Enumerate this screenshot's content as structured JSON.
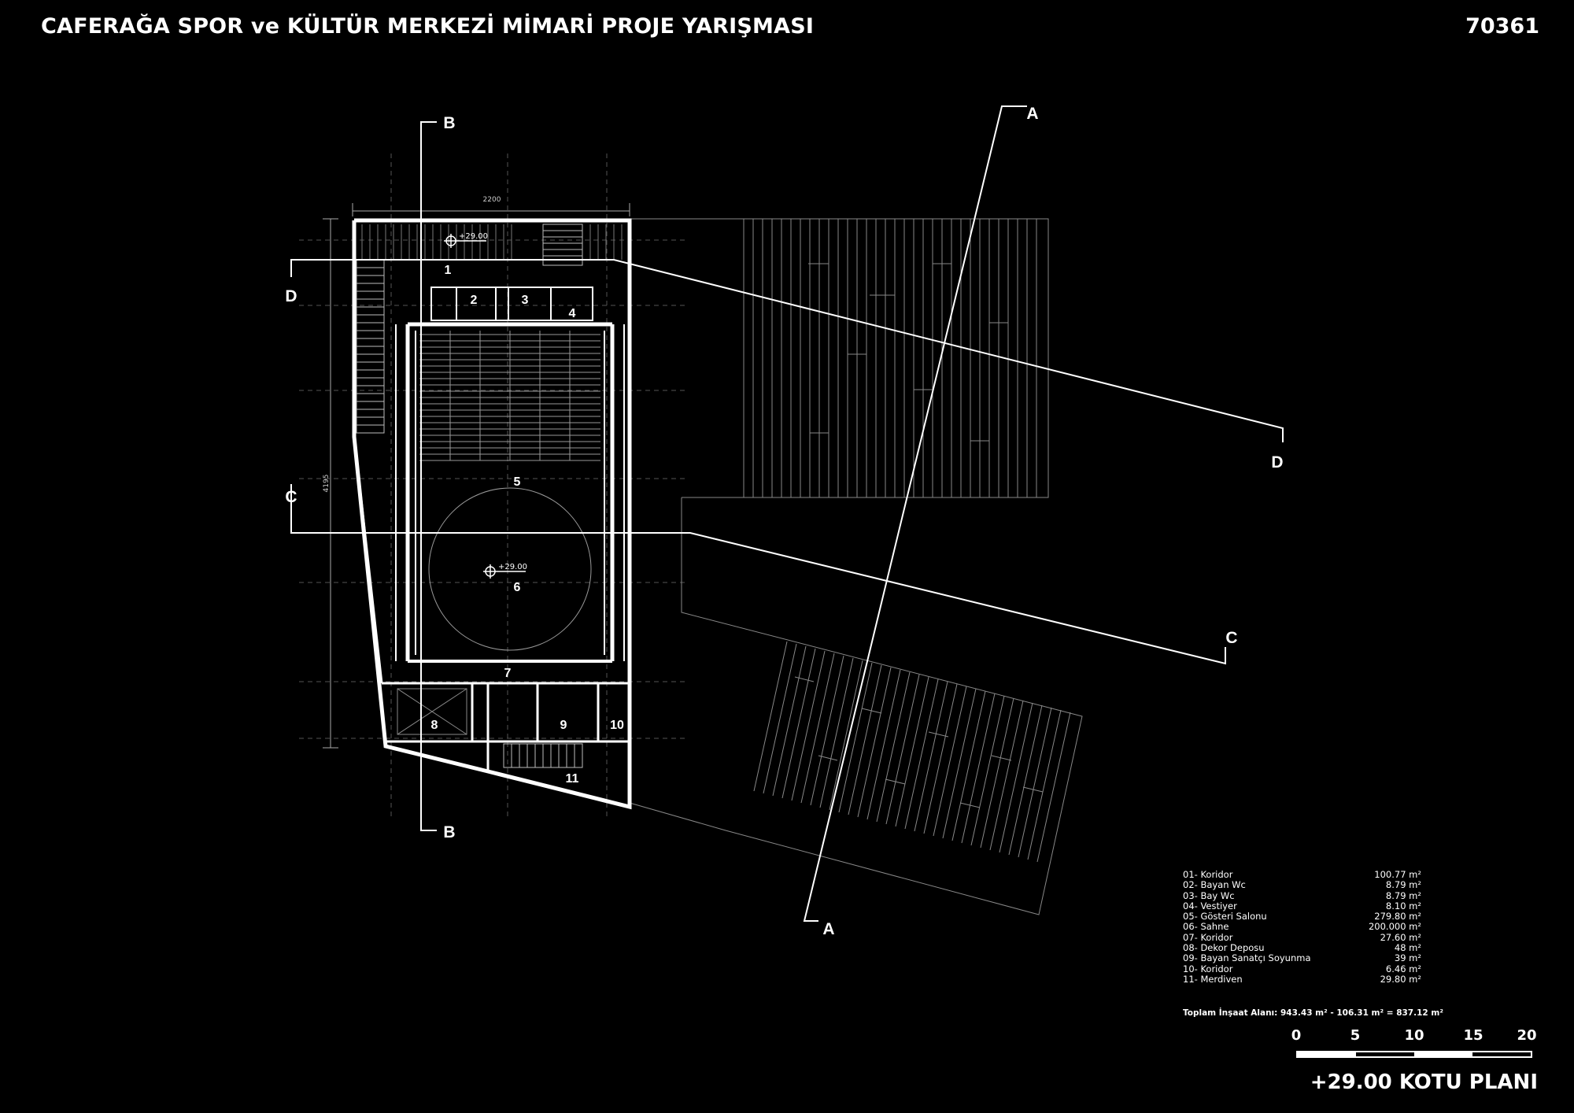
{
  "header": {
    "title": "CAFERAĞA SPOR ve KÜLTÜR MERKEZİ MİMARİ PROJE YARIŞMASI",
    "code": "70361"
  },
  "plan": {
    "width_dimension": "2200",
    "height_dimension": "4195",
    "level_top": "+29.00",
    "level_stage": "+29.00",
    "room_numbers": [
      "1",
      "2",
      "3",
      "4",
      "5",
      "6",
      "7",
      "8",
      "9",
      "10",
      "11"
    ],
    "section_labels": {
      "a_top": "A",
      "a_bottom": "A",
      "b_top": "B",
      "b_bottom": "B",
      "c_left": "C",
      "c_right": "C",
      "d_left": "D",
      "d_right": "D"
    }
  },
  "legend": [
    {
      "name": "01- Koridor",
      "area": "100.77 m²"
    },
    {
      "name": "02- Bayan Wc",
      "area": "8.79 m²"
    },
    {
      "name": "03- Bay Wc",
      "area": "8.79 m²"
    },
    {
      "name": "04- Vestiyer",
      "area": "8.10 m²"
    },
    {
      "name": "05- Gösteri Salonu",
      "area": "279.80 m²"
    },
    {
      "name": "06- Sahne",
      "area": "200.000 m²"
    },
    {
      "name": "07- Koridor",
      "area": "27.60 m²"
    },
    {
      "name": "08- Dekor Deposu",
      "area": "48 m²"
    },
    {
      "name": "09- Bayan Sanatçı Soyunma",
      "area": "39 m²"
    },
    {
      "name": "10- Koridor",
      "area": "6.46 m²"
    },
    {
      "name": "11- Merdiven",
      "area": "29.80 m²"
    }
  ],
  "total": "Toplam İnşaat Alanı: 943.43 m² - 106.31 m² =  837.12 m²",
  "scale": {
    "labels": [
      "0",
      "5",
      "10",
      "15",
      "20"
    ]
  },
  "plan_name": "+29.00 KOTU PLANI",
  "colors": {
    "background": "#000000",
    "lines": "#ffffff"
  }
}
